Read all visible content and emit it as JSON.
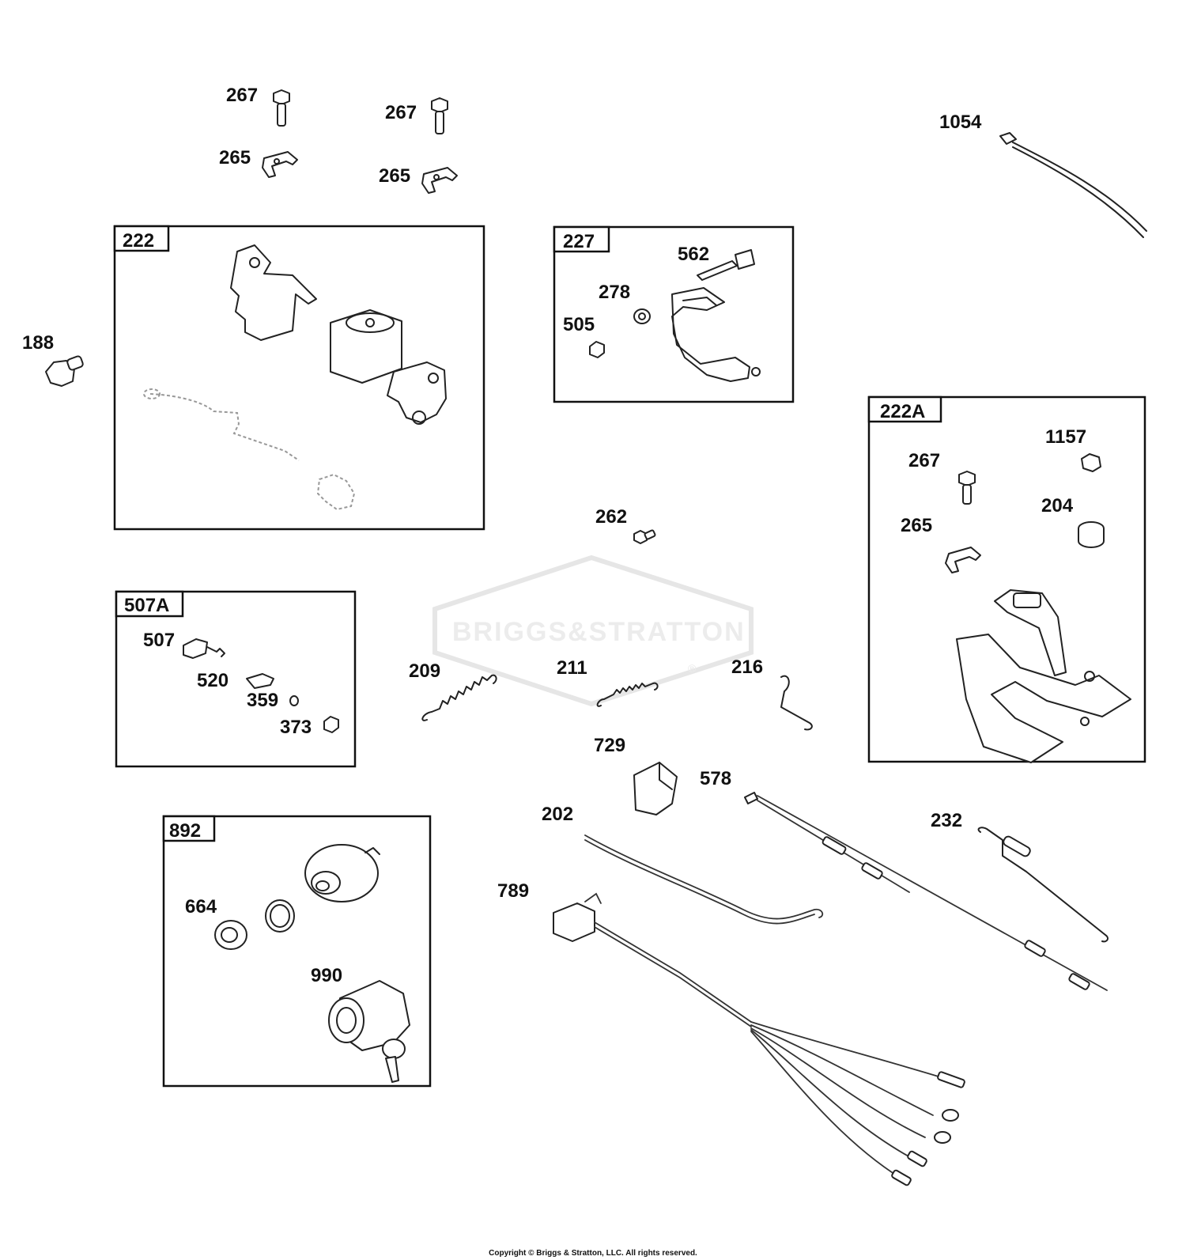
{
  "watermark": {
    "text": "BRIGGS&STRATTON",
    "mark": "®"
  },
  "copyright": "Copyright © Briggs & Stratton, LLC. All rights reserved.",
  "groups": [
    {
      "id": "222",
      "label": "222"
    },
    {
      "id": "227",
      "label": "227"
    },
    {
      "id": "222A",
      "label": "222A"
    },
    {
      "id": "507A",
      "label": "507A"
    },
    {
      "id": "892",
      "label": "892"
    }
  ],
  "callouts": [
    "267",
    "267",
    "265",
    "265",
    "1054",
    "188",
    "562",
    "278",
    "505",
    "1157",
    "267",
    "204",
    "265",
    "262",
    "507",
    "520",
    "359",
    "373",
    "209",
    "211",
    "216",
    "729",
    "578",
    "202",
    "232",
    "789",
    "664",
    "990"
  ]
}
